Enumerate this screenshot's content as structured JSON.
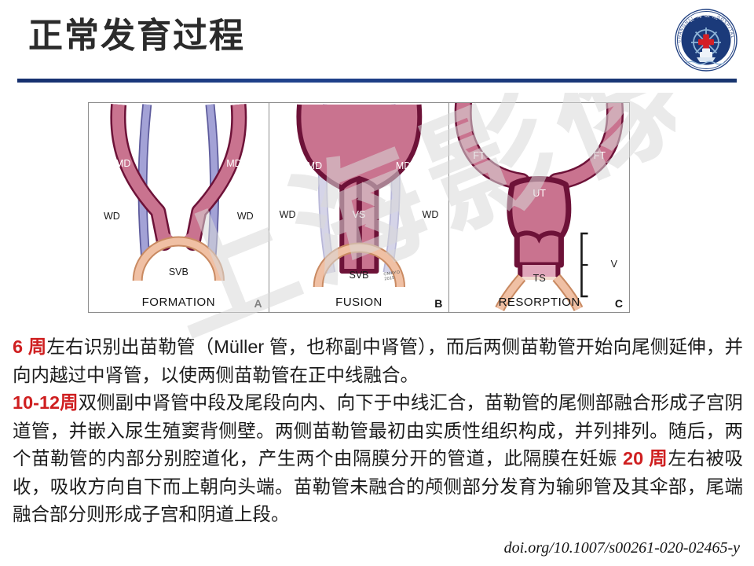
{
  "slide": {
    "title": "正常发育过程",
    "rule_color": "#1b3a7f",
    "highlight_color": "#cf1f20"
  },
  "logo": {
    "name": "changhai-hospital-logo",
    "name_cn": "长海医院",
    "ring_text_left": "CHANGHAI",
    "ring_text_right": "HOSPITAL",
    "ring_color": "#1f3f80",
    "cross_color": "#d31f26"
  },
  "figure": {
    "panels": [
      {
        "letter": "A",
        "caption": "FORMATION",
        "labels": [
          {
            "text": "MD",
            "style": "white"
          },
          {
            "text": "MD",
            "style": "white"
          },
          {
            "text": "WD",
            "style": "dark"
          },
          {
            "text": "WD",
            "style": "dark"
          },
          {
            "text": "SVB",
            "style": "dark"
          }
        ]
      },
      {
        "letter": "B",
        "caption": "FUSION",
        "copyright": "©MAYO\n2019",
        "labels": [
          {
            "text": "MD",
            "style": "white"
          },
          {
            "text": "MD",
            "style": "white"
          },
          {
            "text": "WD",
            "style": "dark"
          },
          {
            "text": "WD",
            "style": "dark"
          },
          {
            "text": "VS",
            "style": "white"
          },
          {
            "text": "SVB",
            "style": "dark"
          }
        ]
      },
      {
        "letter": "C",
        "caption": "RESORPTION",
        "labels": [
          {
            "text": "FT",
            "style": "white"
          },
          {
            "text": "FT",
            "style": "white"
          },
          {
            "text": "UT",
            "style": "white"
          },
          {
            "text": "TS",
            "style": "dark"
          },
          {
            "text": "V",
            "style": "dark"
          }
        ]
      }
    ],
    "colors": {
      "mullerian_duct": "#c9738f",
      "mullerian_outline": "#6d1238",
      "wolffian_duct": "#9b9ad0",
      "wolffian_outline": "#5d5b9c",
      "sinovaginal_bulb": "#f0c0a4",
      "sinovaginal_outline": "#c98a62",
      "border": "#8e8e8e"
    }
  },
  "body": {
    "segments": [
      {
        "text": "6 周",
        "highlight": true
      },
      {
        "text": "左右识别出苗勒管（Müller 管，也称副中肾管），而后两侧苗勒管开始向尾侧延伸，并向内越过中肾管，以使两侧苗勒管在正中线融合。",
        "highlight": false
      },
      {
        "text": "10-12周",
        "highlight": true
      },
      {
        "text": "双侧副中肾管中段及尾段向内、向下于中线汇合，苗勒管的尾侧部融合形成子宫阴道管，并嵌入尿生殖窦背侧壁。两侧苗勒管最初由实质性组织构成，并列排列。随后，两个苗勒管的内部分别腔道化，产生两个由隔膜分开的管道，此隔膜在妊娠 ",
        "highlight": false
      },
      {
        "text": "20 周",
        "highlight": true
      },
      {
        "text": "左右被吸收，吸收方向自下而上朝向头端。苗勒管未融合的颅侧部分发育为输卵管及其伞部，尾端融合部分则形成子宫和阴道上段。",
        "highlight": false
      }
    ]
  },
  "footer": {
    "doi": "doi.org/10.1007/s00261-020-02465-y"
  },
  "watermark": {
    "text": "上海影像"
  }
}
